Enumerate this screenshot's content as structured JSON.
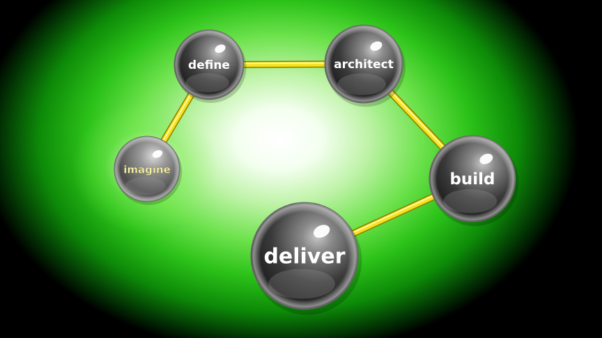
{
  "colors": {
    "link": "#f5e21a",
    "link_shadow": "#8a7c00",
    "sphere_dark": "#202020",
    "sphere_light": "#bdbdbd",
    "label_white": "#ffffff",
    "label_highlight": "#f7f2b0"
  },
  "nodes": [
    {
      "id": "imagine",
      "label": "imagine",
      "highlighted": true
    },
    {
      "id": "define",
      "label": "define",
      "highlighted": false
    },
    {
      "id": "architect",
      "label": "architect",
      "highlighted": false
    },
    {
      "id": "build",
      "label": "build",
      "highlighted": false
    },
    {
      "id": "deliver",
      "label": "deliver",
      "highlighted": false
    }
  ],
  "links": [
    {
      "from": "imagine",
      "to": "define"
    },
    {
      "from": "define",
      "to": "architect"
    },
    {
      "from": "architect",
      "to": "build"
    },
    {
      "from": "build",
      "to": "deliver"
    }
  ]
}
